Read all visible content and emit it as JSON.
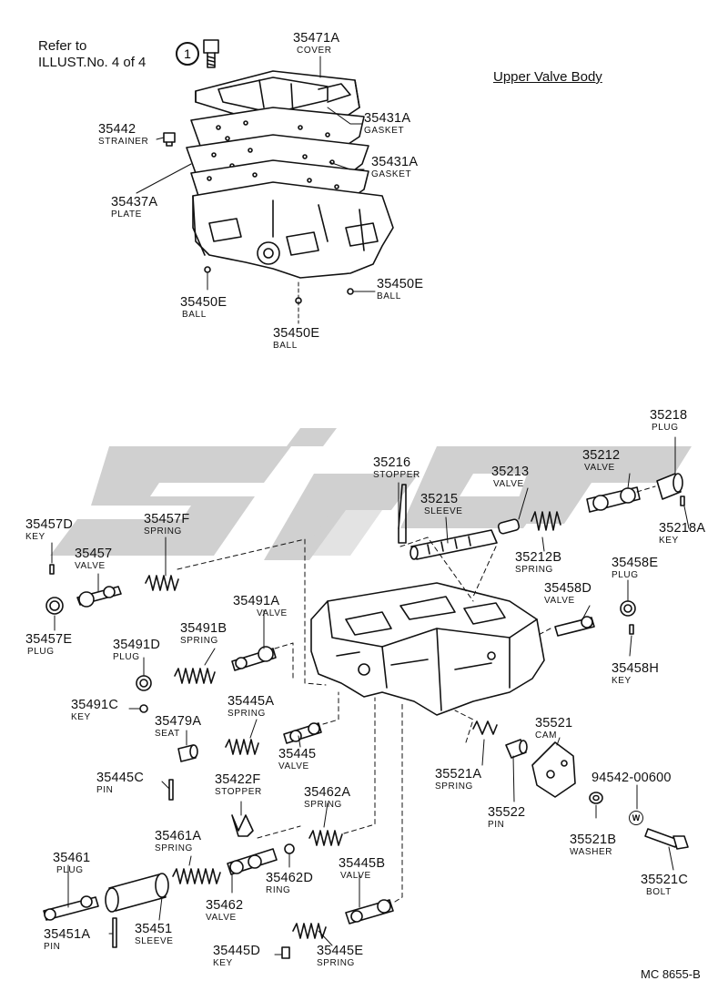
{
  "reference": {
    "line1": "Refer to",
    "line2": "ILLUST.No. 4 of 4",
    "circle": "1"
  },
  "title": "Upper Valve Body",
  "figure_code": "MC 8655-B",
  "washer_symbol": "W",
  "watermark_color": "#c8c8c8",
  "parts": {
    "p35471A": {
      "num": "35471A",
      "name": "COVER"
    },
    "p35431A_1": {
      "num": "35431A",
      "name": "GASKET"
    },
    "p35431A_2": {
      "num": "35431A",
      "name": "GASKET"
    },
    "p35442": {
      "num": "35442",
      "name": "STRAINER"
    },
    "p35437A": {
      "num": "35437A",
      "name": "PLATE"
    },
    "p35450E_1": {
      "num": "35450E",
      "name": "BALL"
    },
    "p35450E_2": {
      "num": "35450E",
      "name": "BALL"
    },
    "p35450E_3": {
      "num": "35450E",
      "name": "BALL"
    },
    "p35218": {
      "num": "35218",
      "name": "PLUG"
    },
    "p35212": {
      "num": "35212",
      "name": "VALVE"
    },
    "p35216": {
      "num": "35216",
      "name": "STOPPER"
    },
    "p35213": {
      "num": "35213",
      "name": "VALVE"
    },
    "p35215": {
      "num": "35215",
      "name": "SLEEVE"
    },
    "p35218A": {
      "num": "35218A",
      "name": "KEY"
    },
    "p35212B": {
      "num": "35212B",
      "name": "SPRING"
    },
    "p35457D": {
      "num": "35457D",
      "name": "KEY"
    },
    "p35457F": {
      "num": "35457F",
      "name": "SPRING"
    },
    "p35457": {
      "num": "35457",
      "name": "VALVE"
    },
    "p35457E": {
      "num": "35457E",
      "name": "PLUG"
    },
    "p35458E": {
      "num": "35458E",
      "name": "PLUG"
    },
    "p35458D": {
      "num": "35458D",
      "name": "VALVE"
    },
    "p35458H": {
      "num": "35458H",
      "name": "KEY"
    },
    "p35491A": {
      "num": "35491A",
      "name": "VALVE"
    },
    "p35491B": {
      "num": "35491B",
      "name": "SPRING"
    },
    "p35491D": {
      "num": "35491D",
      "name": "PLUG"
    },
    "p35491C": {
      "num": "35491C",
      "name": "KEY"
    },
    "p35479A": {
      "num": "35479A",
      "name": "SEAT"
    },
    "p35445A": {
      "num": "35445A",
      "name": "SPRING"
    },
    "p35445": {
      "num": "35445",
      "name": "VALVE"
    },
    "p35445C": {
      "num": "35445C",
      "name": "PIN"
    },
    "p35422F": {
      "num": "35422F",
      "name": "STOPPER"
    },
    "p35462A": {
      "num": "35462A",
      "name": "SPRING"
    },
    "p35461A": {
      "num": "35461A",
      "name": "SPRING"
    },
    "p35461": {
      "num": "35461",
      "name": "PLUG"
    },
    "p35462D": {
      "num": "35462D",
      "name": "RING"
    },
    "p35462": {
      "num": "35462",
      "name": "VALVE"
    },
    "p35451": {
      "num": "35451",
      "name": "SLEEVE"
    },
    "p35451A": {
      "num": "35451A",
      "name": "PIN"
    },
    "p35445D": {
      "num": "35445D",
      "name": "KEY"
    },
    "p35445B": {
      "num": "35445B",
      "name": "VALVE"
    },
    "p35445E": {
      "num": "35445E",
      "name": "SPRING"
    },
    "p35521": {
      "num": "35521",
      "name": "CAM"
    },
    "p35521A": {
      "num": "35521A",
      "name": "SPRING"
    },
    "p35522": {
      "num": "35522",
      "name": "PIN"
    },
    "p94542": {
      "num": "94542-00600",
      "name": ""
    },
    "p35521B": {
      "num": "35521B",
      "name": "WASHER"
    },
    "p35521C": {
      "num": "35521C",
      "name": "BOLT"
    }
  }
}
